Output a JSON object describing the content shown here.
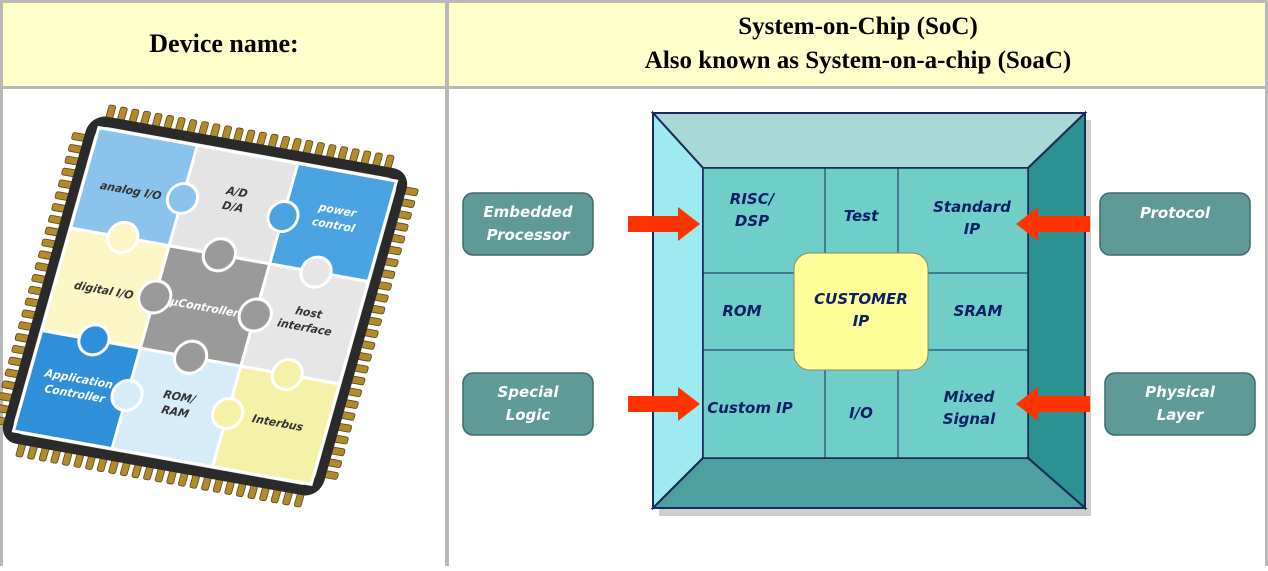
{
  "header": {
    "label": "Device name:",
    "title_line1": "System-on-Chip (SoC)",
    "title_line2": "Also known as System-on-a-chip (SoaC)"
  },
  "chip_picture": {
    "pieces": {
      "analog": "analog I/O",
      "ad": "A/D",
      "da": "D/A",
      "power_1": "power",
      "power_2": "control",
      "host_1": "host",
      "host_2": "interface",
      "ucontroller": "µController",
      "digital": "digital I/O",
      "interbus": "Interbus",
      "app_1": "Application",
      "app_2": "Controller",
      "rom": "ROM/",
      "ram": "RAM"
    }
  },
  "diagram": {
    "blocks": {
      "risc_1": "RISC/",
      "risc_2": "DSP",
      "test": "Test",
      "std_1": "Standard",
      "std_2": "IP",
      "rom": "ROM",
      "customer_1": "CUSTOMER",
      "customer_2": "IP",
      "sram": "SRAM",
      "custom_ip": "Custom IP",
      "io": "I/O",
      "mixed_1": "Mixed",
      "mixed_2": "Signal"
    },
    "inputs": {
      "embedded_1": "Embedded",
      "embedded_2": "Processor",
      "protocol": "Protocol",
      "special_1": "Special",
      "special_2": "Logic",
      "physical_1": "Physical",
      "physical_2": "Layer"
    },
    "colors": {
      "block_fill": "#6fcfc8",
      "outer_top": "#a9d9d6",
      "outer_left": "#9fe9f0",
      "outer_right": "#2c9191",
      "outer_bottom": "#4ea0a0",
      "border": "#1a2a5a",
      "customer_fill": "#ffff99",
      "input_fill": "#5f9a98",
      "arrow": "#ff3300"
    }
  }
}
